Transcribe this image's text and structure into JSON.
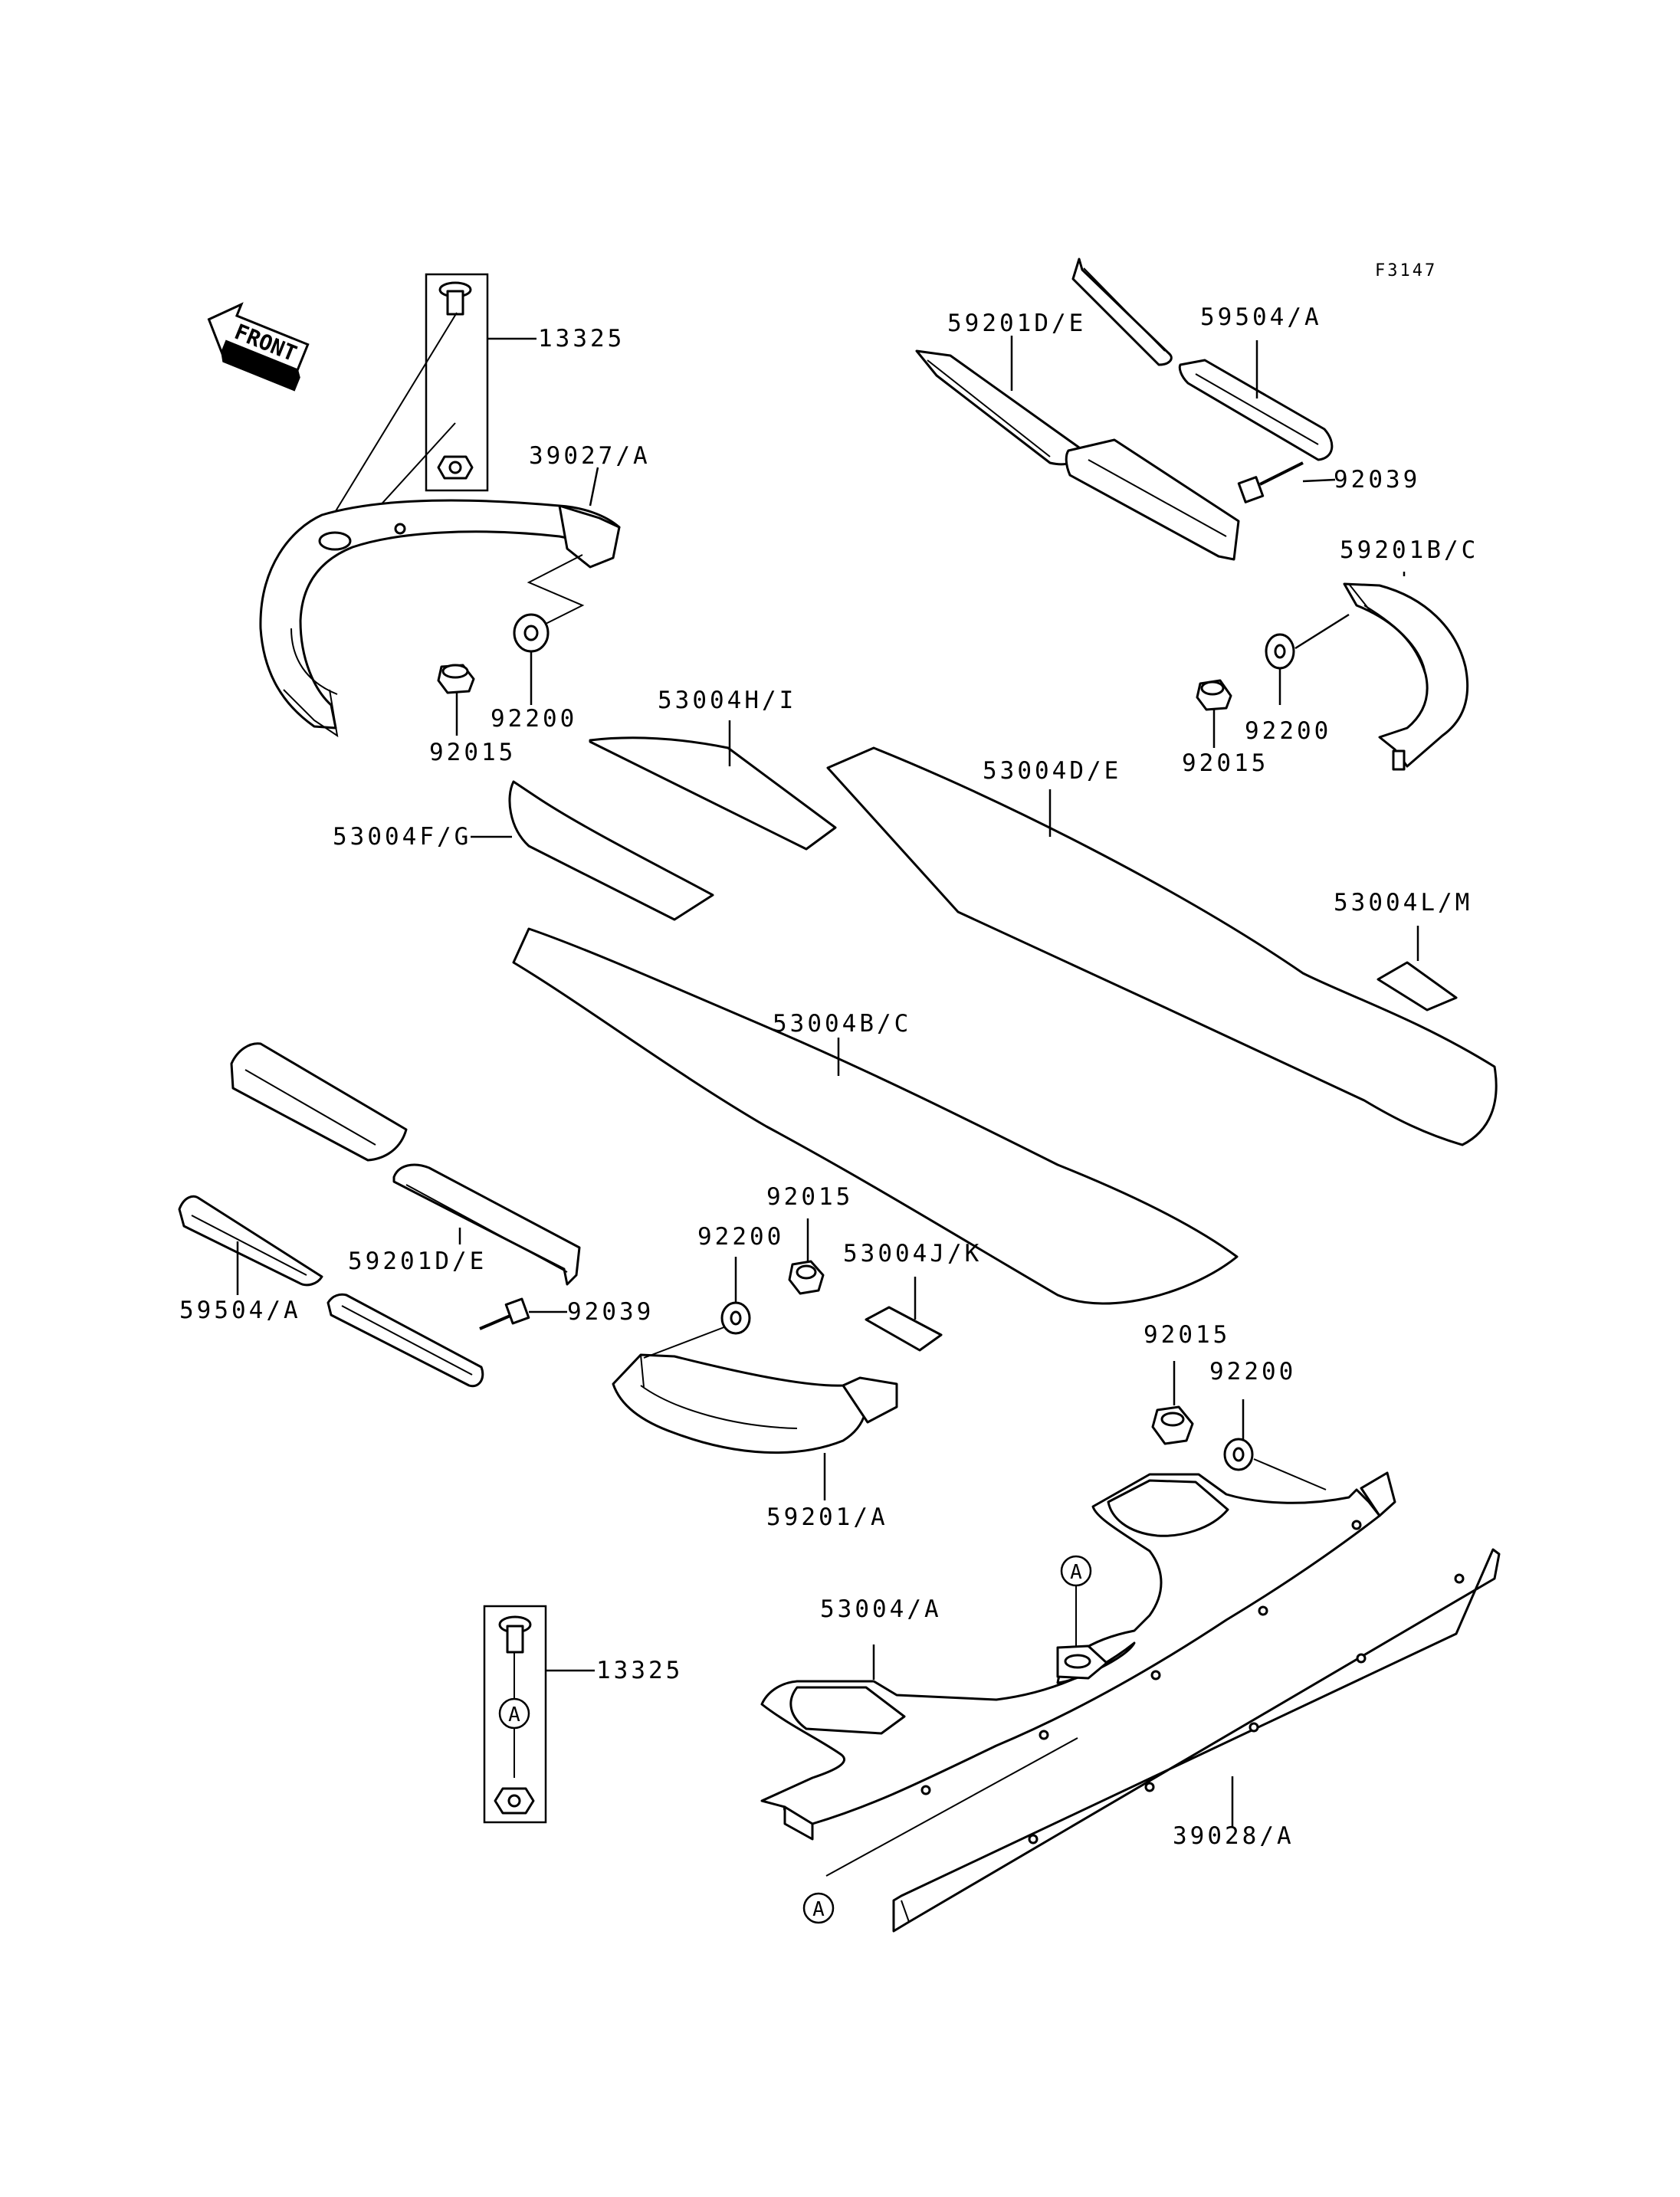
{
  "figure_id": "F3147",
  "front_label": "FRONT",
  "callout_letter": "A",
  "labels": {
    "p13325_top": "13325",
    "p39027a": "39027/A",
    "p92200_tl": "92200",
    "p92015_tl": "92015",
    "p59201de_top": "59201D/E",
    "p59504a_top": "59504/A",
    "p92039_top": "92039",
    "p59201bc": "59201B/C",
    "p92200_tr": "92200",
    "p92015_tr": "92015",
    "p53004hi": "53004H/I",
    "p53004de": "53004D/E",
    "p53004fg": "53004F/G",
    "p53004lm": "53004L/M",
    "p53004bc": "53004B/C",
    "p92015_mid": "92015",
    "p92200_mid": "92200",
    "p53004jk": "53004J/K",
    "p59201de_bot": "59201D/E",
    "p59504a_bot": "59504/A",
    "p92039_bot": "92039",
    "p59201a": "59201/A",
    "p92015_br": "92015",
    "p92200_br": "92200",
    "p53004a": "53004/A",
    "p13325_bot": "13325",
    "p39028a": "39028/A"
  }
}
